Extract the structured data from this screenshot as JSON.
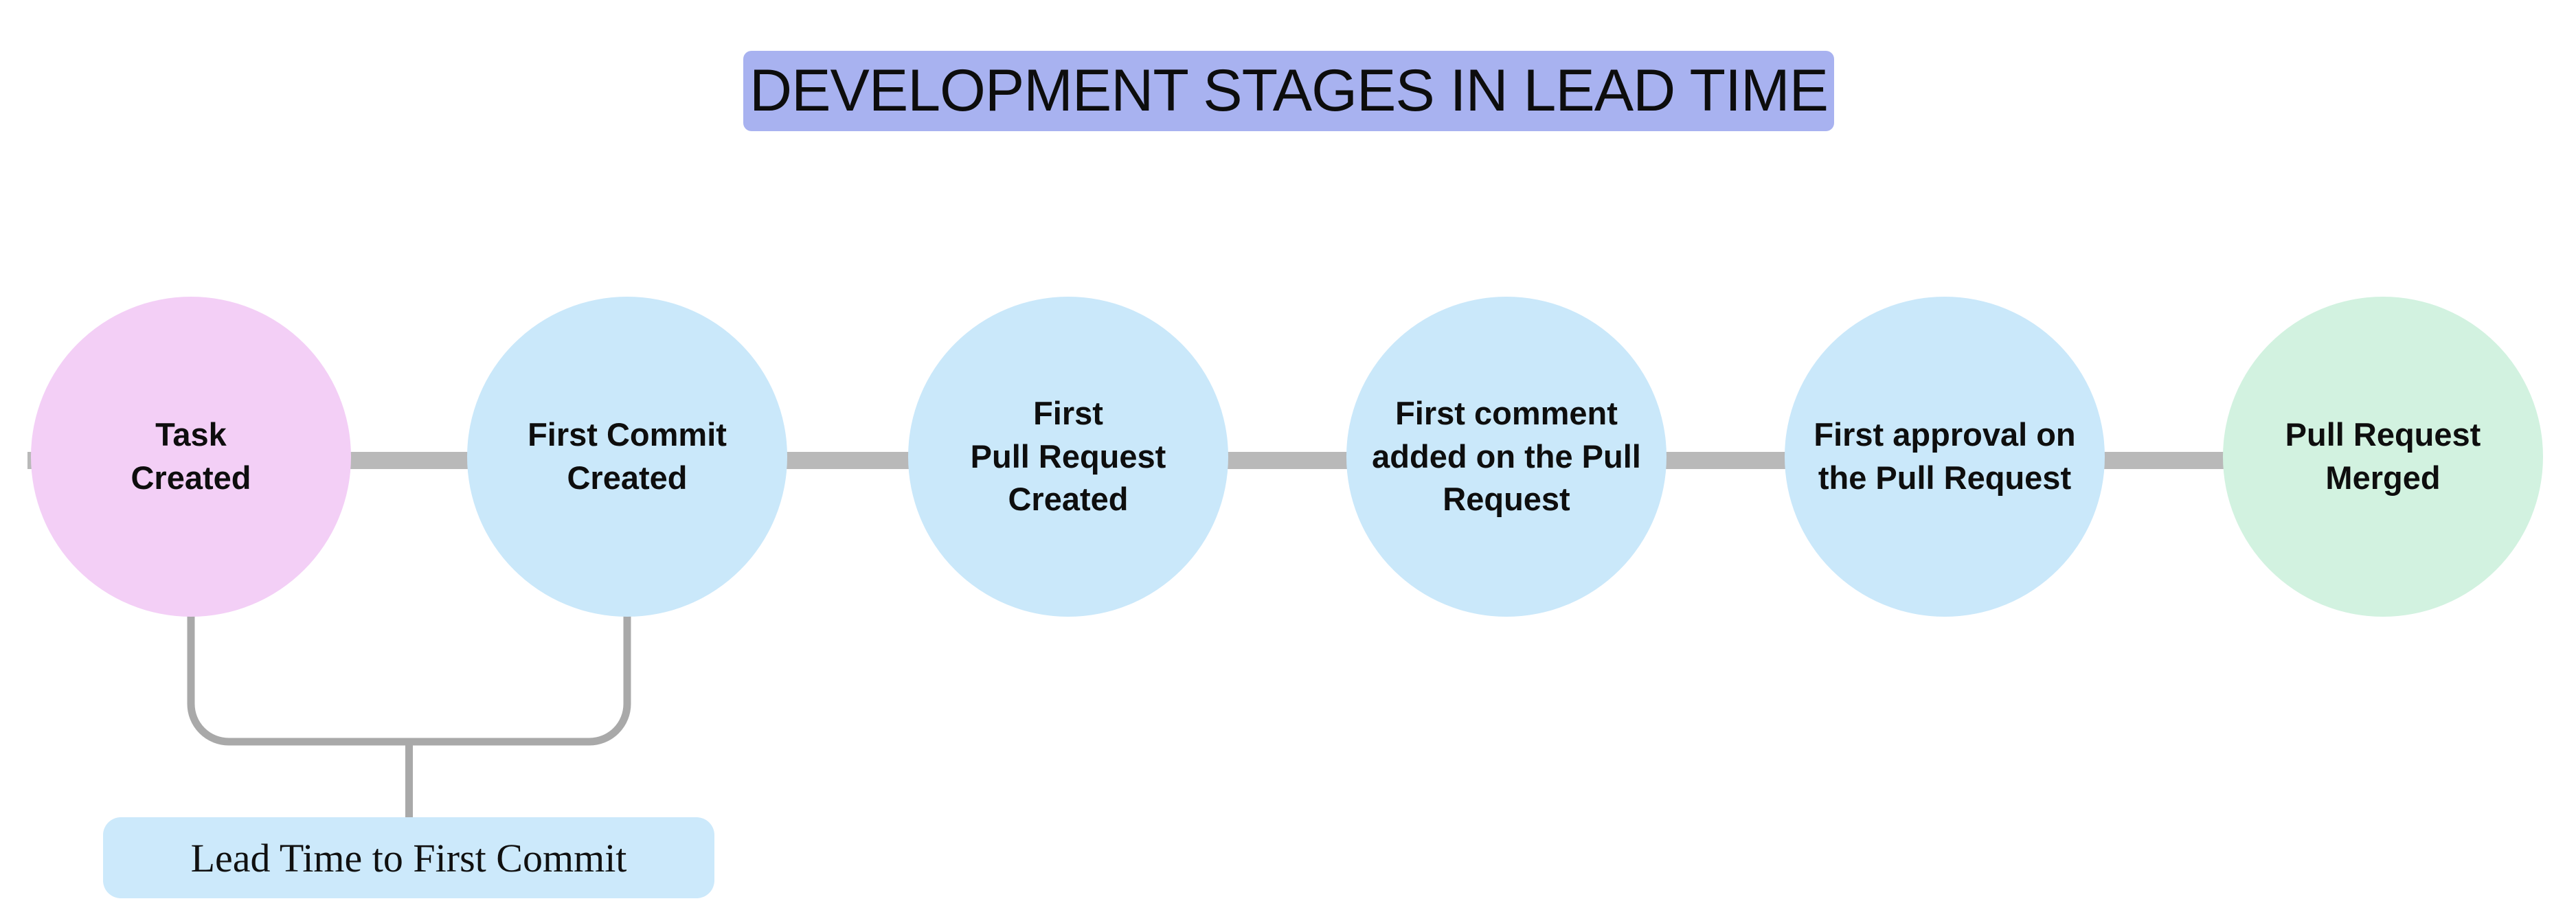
{
  "title": {
    "text": "DEVELOPMENT STAGES IN LEAD TIME",
    "bg_color": "#a8b2f0"
  },
  "stages": [
    {
      "id": "task-created",
      "lines": [
        "Task",
        "Created"
      ],
      "color": "#f3cff6"
    },
    {
      "id": "first-commit-created",
      "lines": [
        "First Commit",
        "Created"
      ],
      "color": "#cae8fa"
    },
    {
      "id": "first-pull-request-created",
      "lines": [
        "First",
        "Pull Request",
        "Created"
      ],
      "color": "#cae8fa"
    },
    {
      "id": "first-comment-added",
      "lines": [
        "First comment",
        "added on the Pull",
        "Request"
      ],
      "color": "#cae8fa"
    },
    {
      "id": "first-approval",
      "lines": [
        "First approval on",
        "the Pull Request"
      ],
      "color": "#cae8fa"
    },
    {
      "id": "pull-request-merged",
      "lines": [
        "Pull Request",
        "Merged"
      ],
      "color": "#d2f2e0"
    }
  ],
  "connector": {
    "color": "#b9b9b9"
  },
  "annotation": {
    "label": "Lead Time to First Commit",
    "bg_color": "#cce9fb",
    "bracket_color": "#a9a9a9"
  }
}
